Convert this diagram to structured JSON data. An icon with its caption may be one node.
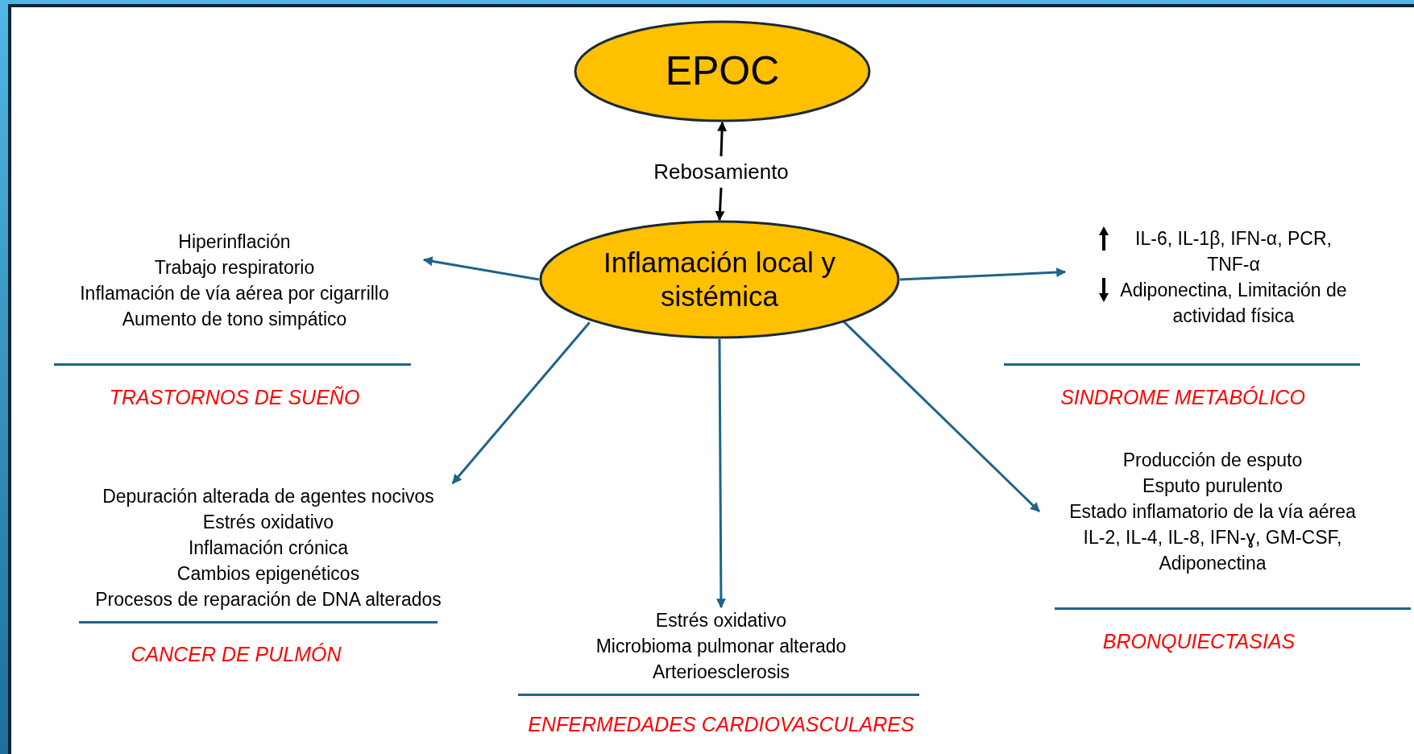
{
  "diagram": {
    "nodes": [
      {
        "text": [
          "EPOC"
        ]
      },
      {
        "text": [
          "Rebosamiento"
        ]
      },
      {
        "text": [
          "Inflamación local y sistémica"
        ]
      },
      {
        "text": [
          "Hiperinflación",
          "Trabajo respiratorio",
          "Inflamación de vía aérea por cigarrillo",
          "Aumento de tono simpático"
        ],
        "beside": [
          "TRASTORNOS DE SUEÑO"
        ]
      },
      {
        "text": [
          "IL-6, IL-1β, IFN-α, PCR, TNF-α",
          "Adiponectina, Limitación de actividad física"
        ],
        "beside": [
          "SINDROME METABÓLICO"
        ]
      },
      {
        "text": [
          "Producción de esputo",
          "Esputo purulento",
          "Estado inflamatorio de la vía aérea",
          "IL-2, IL-4, IL-8, IFN-ɣ, GM-CSF, Adiponectina"
        ],
        "beside": [
          "BRONQUIECTASIAS"
        ]
      },
      {
        "text": [
          "Depuración alterada de agentes nocivos",
          "Estrés oxidativo",
          "Inflamación crónica",
          "Cambios epigenéticos",
          "Procesos de reparación de DNA alterados"
        ],
        "beside": [
          "CANCER DE PULMÓN"
        ]
      },
      {
        "text": [
          "Estrés oxidativo",
          "Microbioma pulmonar alterado",
          "Arterioesclerosis"
        ],
        "beside": [
          "ENFERMEDADES CARDIOVASCULARES"
        ]
      }
    ],
    "edges": [
      {
        "from": 1,
        "to": 0,
        "arrow": "to",
        "color": "#000000"
      },
      {
        "from": 1,
        "to": 2,
        "arrow": "to",
        "color": "#000000"
      },
      {
        "from": 2,
        "to": 3,
        "arrow": "to"
      },
      {
        "from": 2,
        "to": 4,
        "arrow": "to"
      },
      {
        "from": 2,
        "to": 5,
        "arrow": "to"
      },
      {
        "from": 2,
        "to": 6,
        "arrow": "to"
      },
      {
        "from": 2,
        "to": 7,
        "arrow": "to"
      }
    ]
  }
}
